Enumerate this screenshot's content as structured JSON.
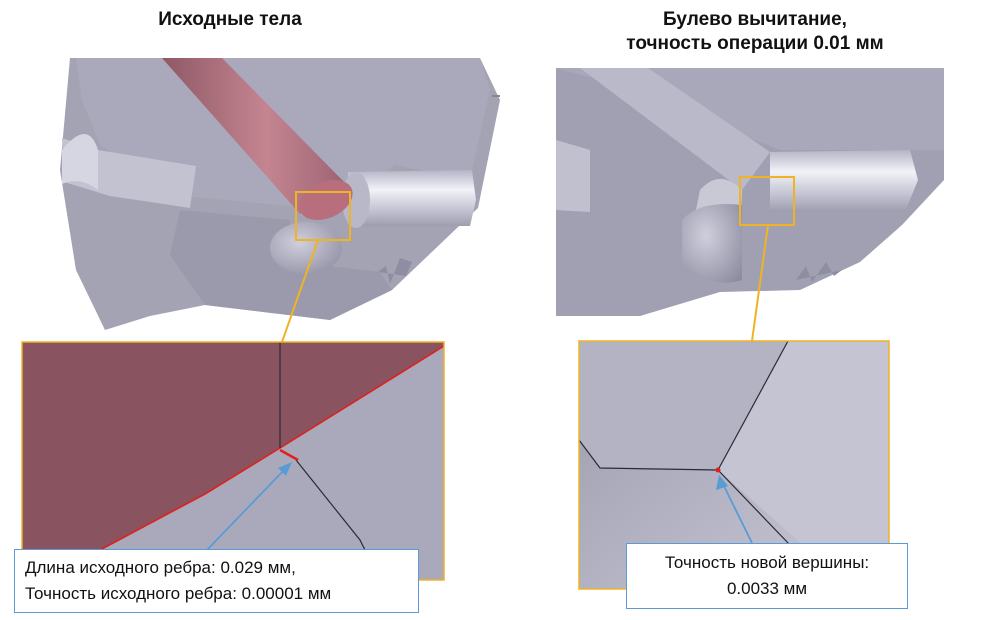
{
  "left_panel": {
    "title": "Исходные тела",
    "callout": {
      "line1": "Длина исходного ребра: 0.029 мм,",
      "line2": "Точность исходного ребра: 0.00001 мм"
    }
  },
  "right_panel": {
    "title_line1": "Булево вычитание,",
    "title_line2": "точность операции 0.01 мм",
    "callout": {
      "line1": "Точность новой вершины:",
      "line2": "0.0033 мм"
    }
  },
  "colors": {
    "highlight_box": "#f0b323",
    "callout_border": "#5b9bd5",
    "cylinder": "#b9727f",
    "solid_surface": "#a3a3b3",
    "edge_highlight": "#e0201c"
  }
}
